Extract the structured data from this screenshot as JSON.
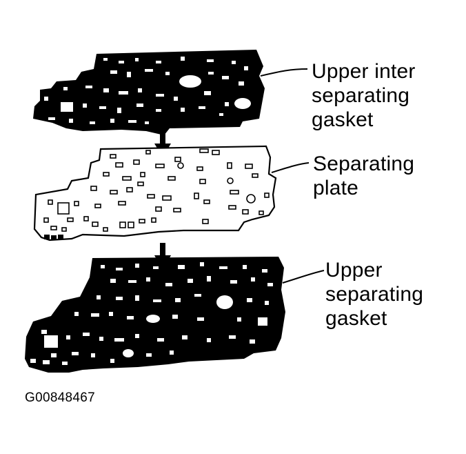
{
  "labels": {
    "upper_inter": {
      "line1": "Upper inter",
      "line2": "separating",
      "line3": "gasket"
    },
    "separating_plate": {
      "line1": "Separating",
      "line2": "plate"
    },
    "upper_separating": {
      "line1": "Upper",
      "line2": "separating",
      "line3": "gasket"
    }
  },
  "figure_code": "G00848467",
  "colors": {
    "ink": "#000000",
    "paper": "#ffffff"
  }
}
